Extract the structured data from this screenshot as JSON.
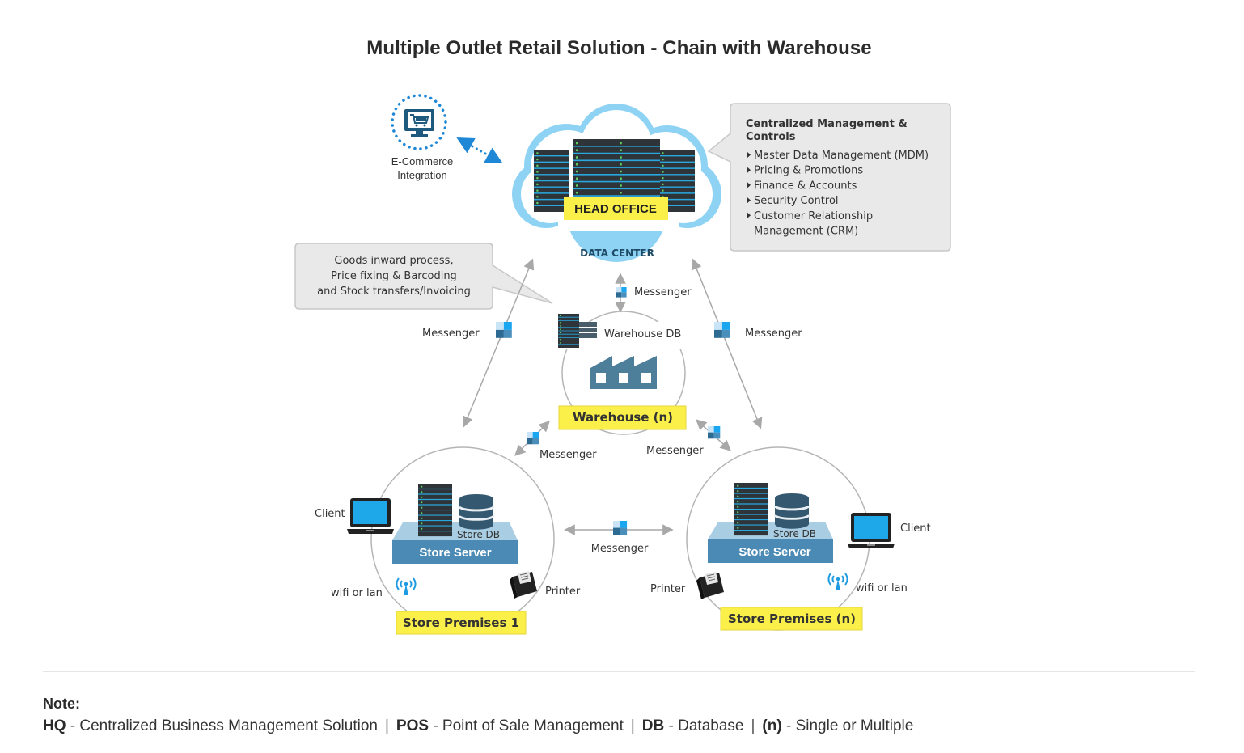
{
  "title": "Multiple Outlet Retail Solution - Chain with Warehouse",
  "colors": {
    "yellow_label": "#fbf04a",
    "cloud": "#8fd3f4",
    "store_server": "#4b8ab4",
    "icon_dark": "#1d5a7d",
    "arrow": "#a8a8a8",
    "callout_bg": "#e9e9e9"
  },
  "ecommerce": {
    "icon": "shopping-cart-monitor-icon",
    "line1": "E-Commerce",
    "line2": "Integration"
  },
  "head_office": {
    "label": "HEAD OFFICE",
    "sublabel": "DATA CENTER",
    "icon": "server-rack-icon"
  },
  "callout_hq": {
    "heading_line1": "Centralized Management &",
    "heading_line2": "Controls",
    "items": [
      "Master Data Management (MDM)",
      "Pricing & Promotions",
      "Finance & Accounts",
      "Security Control",
      "Customer Relationship",
      "Management (CRM)"
    ]
  },
  "callout_warehouse": {
    "lines": [
      "Goods inward process,",
      "Price fixing & Barcoding",
      "and Stock transfers/Invoicing"
    ]
  },
  "warehouse": {
    "label": "Warehouse (n)",
    "db_label": "Warehouse DB",
    "icon": "factory-icon"
  },
  "messenger_label": "Messenger",
  "messengers": {
    "hq_warehouse": "Messenger",
    "hq_store1": "Messenger",
    "hq_storen": "Messenger",
    "warehouse_store1": "Messenger",
    "warehouse_storen": "Messenger",
    "store1_storen": "Messenger"
  },
  "store1": {
    "label": "Store Premises 1",
    "server": "Store Server",
    "db": "Store DB",
    "client": "Client",
    "printer": "Printer",
    "network": "wifi or lan"
  },
  "storen": {
    "label": "Store Premises (n)",
    "server": "Store Server",
    "db": "Store DB",
    "client": "Client",
    "printer": "Printer",
    "network": "wifi or lan"
  },
  "note": {
    "title": "Note:",
    "entries": [
      {
        "term": "HQ",
        "desc": " - Centralized Business Management Solution"
      },
      {
        "term": "POS",
        "desc": " - Point of Sale Management"
      },
      {
        "term": "DB",
        "desc": " - Database"
      },
      {
        "term": "(n)",
        "desc": " - Single or Multiple"
      }
    ],
    "separator": "|"
  }
}
